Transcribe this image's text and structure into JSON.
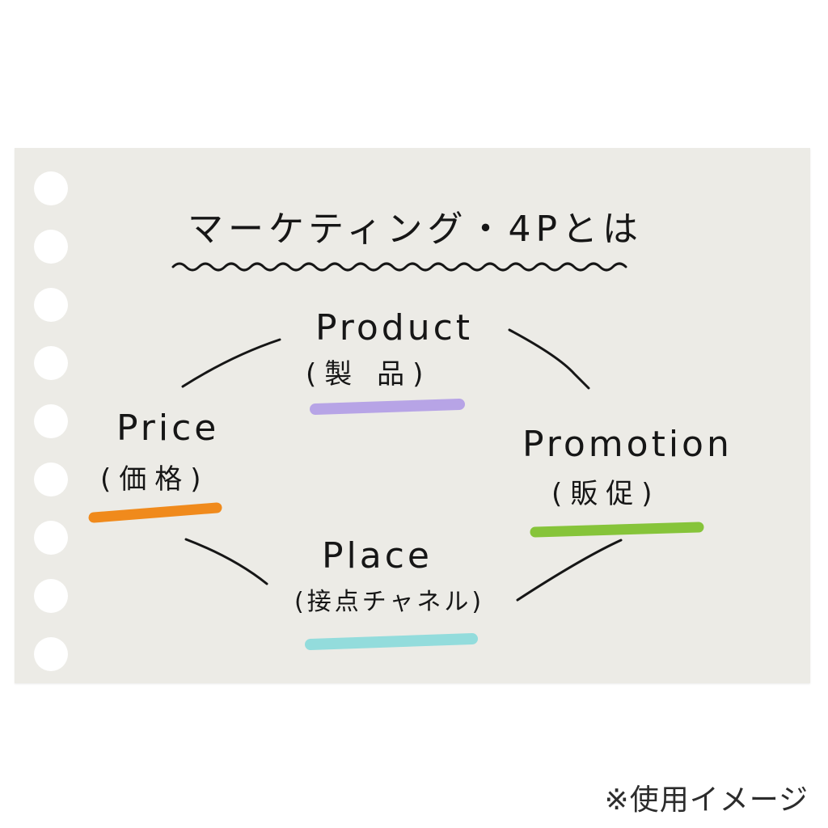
{
  "title": "マーケティング・4Pとは",
  "items": {
    "product": {
      "term": "Product",
      "jp": "(製 品)",
      "color": "#b7a4e6"
    },
    "price": {
      "term": "Price",
      "jp": "(価格)",
      "color": "#f08a1c"
    },
    "promotion": {
      "term": "Promotion",
      "jp": "(販促)",
      "color": "#86c43a"
    },
    "place": {
      "term": "Place",
      "jp": "(接点チャネル)",
      "color": "#93dcdc"
    }
  },
  "caption": "※使用イメージ",
  "colors": {
    "paper": "#ecebe6",
    "ink": "#161616"
  }
}
